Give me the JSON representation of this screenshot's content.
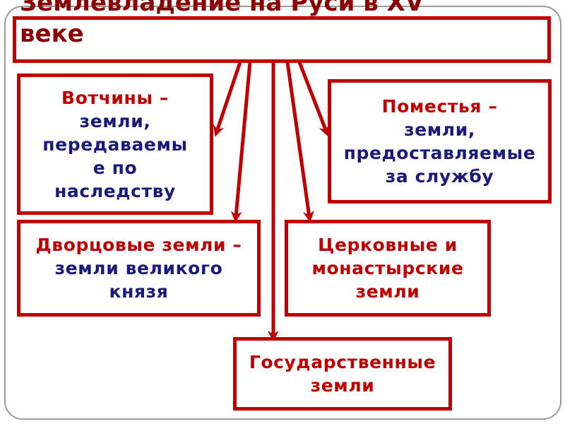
{
  "title": {
    "line1": "Землевладение на Руси в XV",
    "line2": "веке"
  },
  "boxes": {
    "votchiny": {
      "term": "Вотчины –",
      "definition": "земли,\nпередаваемы\nе по\nнаследству"
    },
    "pomestya": {
      "term": "Поместья –",
      "definition": "земли,\nпредоставляемые\nза службу"
    },
    "dvortsovye": {
      "term": "Дворцовые земли –",
      "definition": "земли великого\nкнязя"
    },
    "tserkovnye": {
      "text": "Церковные и\nмонастырские\nземли"
    },
    "gosudarstvennye": {
      "text": "Государственные\nземли"
    }
  },
  "colors": {
    "border": "#c00000",
    "term": "#c00000",
    "definition": "#1a1a7a",
    "title": "#8b0000"
  }
}
